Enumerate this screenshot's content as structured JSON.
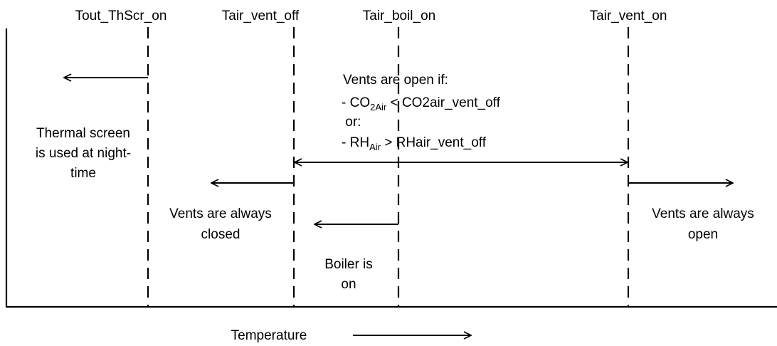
{
  "thresholds": {
    "tout_thscr_on": "Tout_ThScr_on",
    "tair_vent_off": "Tair_vent_off",
    "tair_boil_on": "Tair_boil_on",
    "tair_vent_on": "Tair_vent_on"
  },
  "vents_open_condition": {
    "heading": "Vents are open if:",
    "line1_prefix": "- CO",
    "line1_sub": "2Air",
    "line1_suffix": " < CO2air_vent_off",
    "or": " or:",
    "line2_prefix": "- RH",
    "line2_sub": "Air",
    "line2_suffix": " > RHair_vent_off"
  },
  "thermal_screen": {
    "line1": "Thermal screen",
    "line2": "is used at night-",
    "line3": "time"
  },
  "vents_closed": {
    "line1": "Vents are always",
    "line2": "closed"
  },
  "boiler": {
    "line1": "Boiler is",
    "line2": "on"
  },
  "vents_always_open": {
    "line1": "Vents are always",
    "line2": "open"
  },
  "x_axis_label": "Temperature"
}
